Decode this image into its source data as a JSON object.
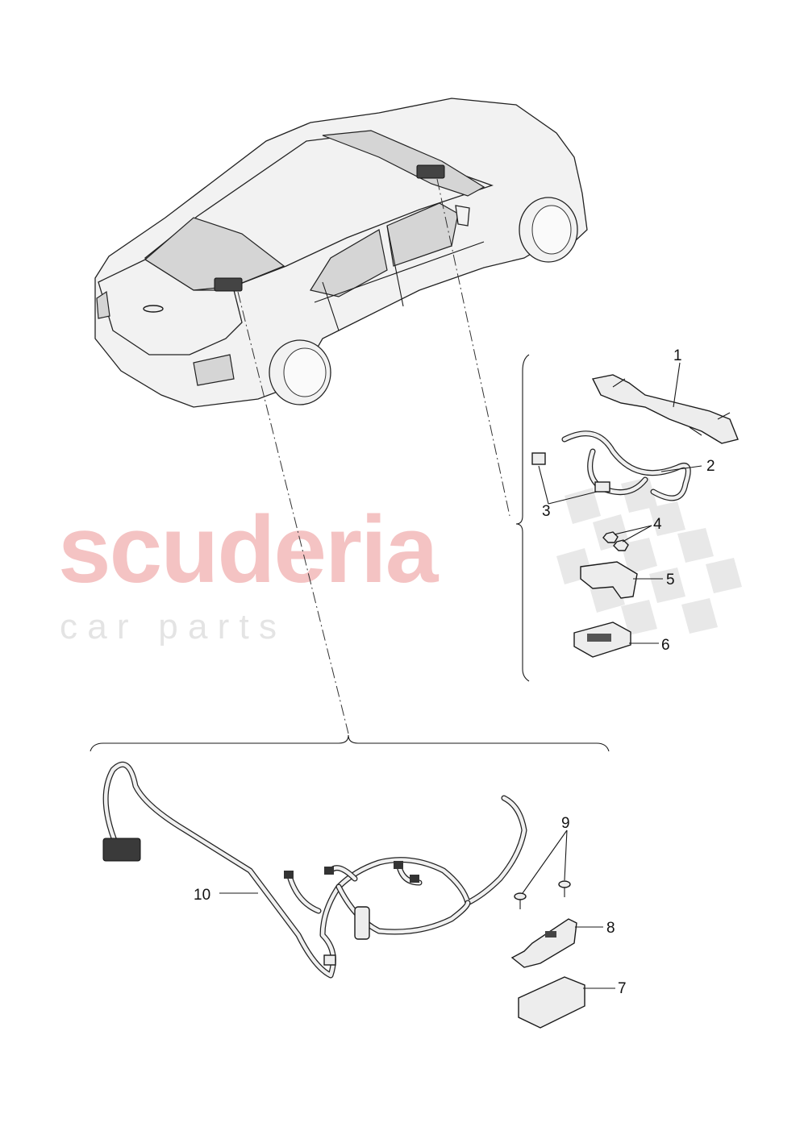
{
  "watermark": {
    "brand": "scuderia",
    "tagline": "c a r   p a r t s"
  },
  "callouts": [
    {
      "id": "label-1",
      "text": "1"
    },
    {
      "id": "label-2",
      "text": "2"
    },
    {
      "id": "label-3",
      "text": "3"
    },
    {
      "id": "label-4",
      "text": "4"
    },
    {
      "id": "label-5",
      "text": "5"
    },
    {
      "id": "label-6",
      "text": "6"
    },
    {
      "id": "label-7",
      "text": "7"
    },
    {
      "id": "label-8",
      "text": "8"
    },
    {
      "id": "label-9",
      "text": "9"
    },
    {
      "id": "label-10",
      "text": "10"
    }
  ],
  "colors": {
    "watermark_red": "#f4c3c3",
    "watermark_grey": "#e4e4e4",
    "checker": "#e6e6e6",
    "ink": "#1a1a1a"
  }
}
